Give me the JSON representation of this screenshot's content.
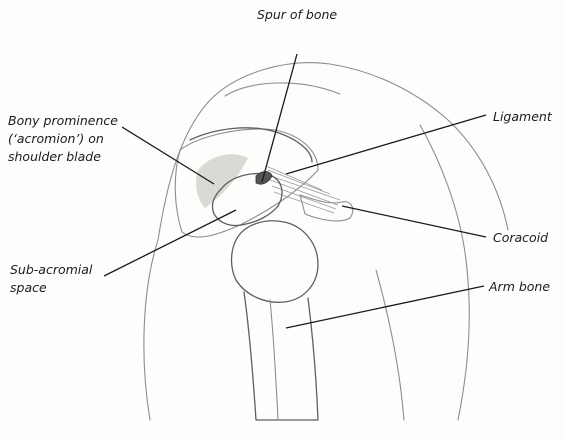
{
  "labels": {
    "spur": "Spur of bone",
    "bony_prominence": "Bony prominence\n(‘acromion’) on\nshoulder blade",
    "ligament": "Ligament",
    "coracoid": "Coracoid",
    "sub_acromial": "Sub-acromial\nspace",
    "arm_bone": "Arm bone"
  },
  "colors": {
    "bone_fill": "#f4f4f2",
    "spur_fill": "#555555",
    "ligament_hatch": "#9a9a9a",
    "shading": "#d9d9d6"
  }
}
